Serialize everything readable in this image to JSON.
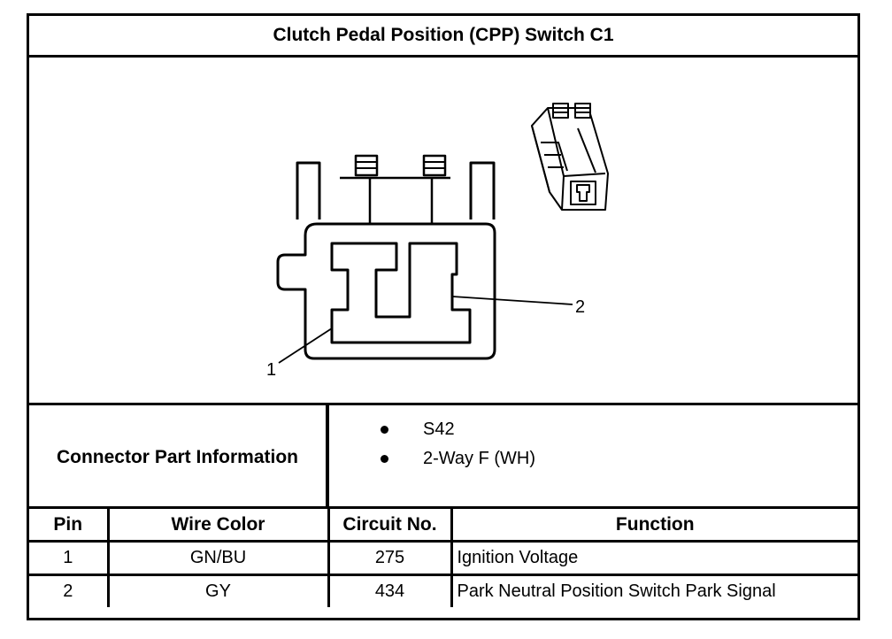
{
  "title": "Clutch Pedal Position (CPP) Switch C1",
  "diagram": {
    "callouts": [
      "1",
      "2"
    ]
  },
  "connector_info": {
    "label": "Connector Part Information",
    "items": [
      "S42",
      "2-Way F (WH)"
    ]
  },
  "pin_table": {
    "headers": [
      "Pin",
      "Wire Color",
      "Circuit No.",
      "Function"
    ],
    "rows": [
      {
        "pin": "1",
        "wire_color": "GN/BU",
        "circuit": "275",
        "function": "Ignition Voltage"
      },
      {
        "pin": "2",
        "wire_color": "GY",
        "circuit": "434",
        "function": "Park Neutral Position Switch Park Signal"
      }
    ]
  }
}
